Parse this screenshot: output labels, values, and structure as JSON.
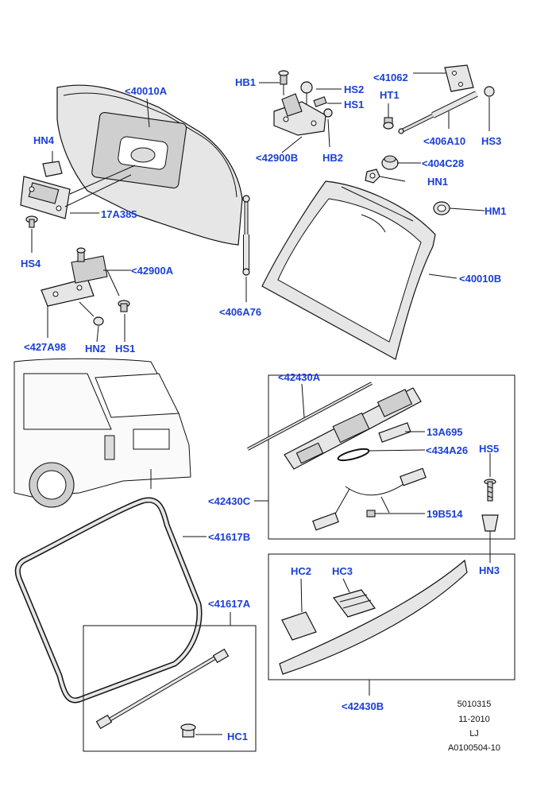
{
  "callouts": {
    "p40010A": "<40010A",
    "HB1": "HB1",
    "HS2": "HS2",
    "p41062": "<41062",
    "HT1": "HT1",
    "HS1_top": "HS1",
    "HN4": "HN4",
    "p42900B": "<42900B",
    "HB2": "HB2",
    "p406A10": "<406A10",
    "HS3": "HS3",
    "p404C28": "<404C28",
    "p17A385": "17A385",
    "HN1": "HN1",
    "HM1": "HM1",
    "HS4": "HS4",
    "p42900A": "<42900A",
    "p40010B": "<40010B",
    "p406A76": "<406A76",
    "p427A98": "<427A98",
    "HN2": "HN2",
    "HS1_bottom": "HS1",
    "p42430A": "<42430A",
    "p13A695": "13A695",
    "p434A26": "<434A26",
    "HS5": "HS5",
    "p42430C": "<42430C",
    "p19B514": "19B514",
    "p41617B": "<41617B",
    "HN3": "HN3",
    "HC2": "HC2",
    "HC3": "HC3",
    "p41617A": "<41617A",
    "p42430B": "<42430B",
    "HC1": "HC1"
  },
  "footer": {
    "ref": "5010315",
    "date": "11-2010",
    "initials": "LJ",
    "drawing_no": "A0100504-10"
  },
  "colors": {
    "callout": "#1a3fd6",
    "line": "#111111",
    "part_fill": "#e6e6e6"
  }
}
